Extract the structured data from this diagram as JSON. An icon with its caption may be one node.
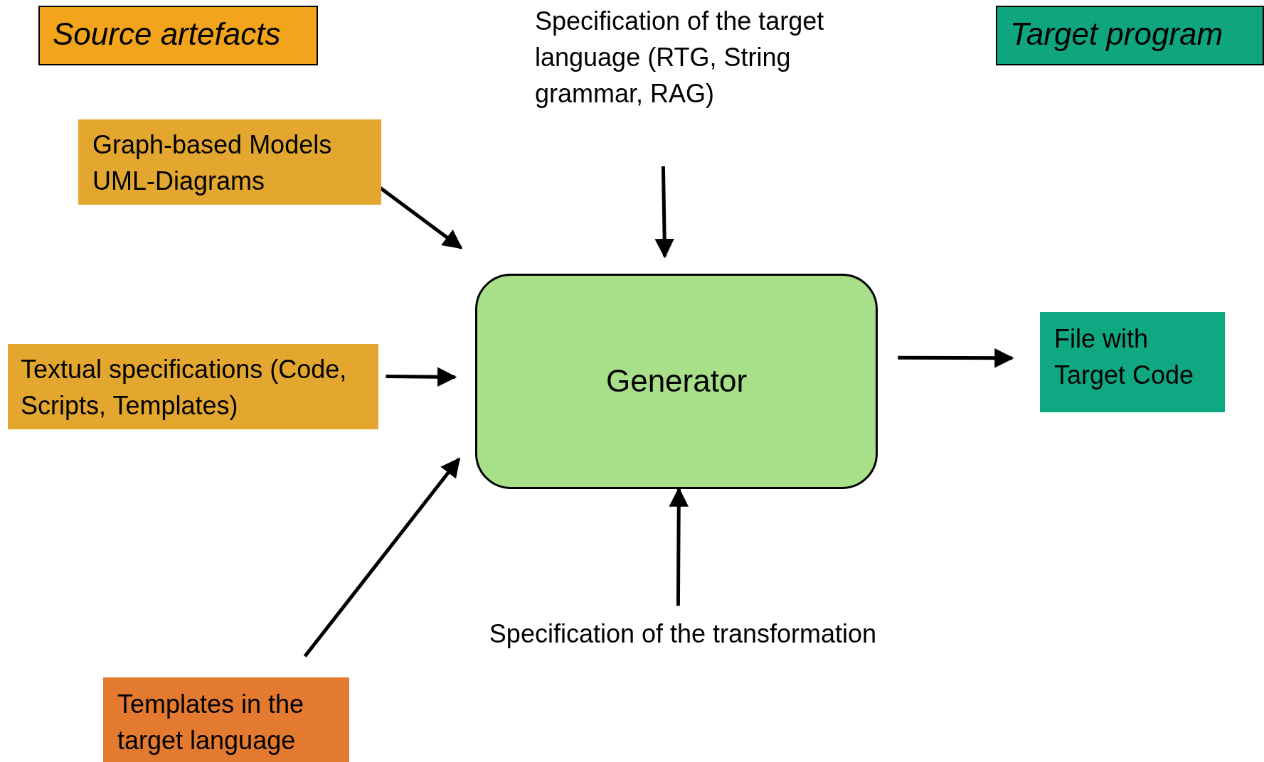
{
  "diagram": {
    "nodes": [
      {
        "text": [
          "Source artefacts"
        ]
      },
      {
        "text": [
          "Target program"
        ]
      },
      {
        "text": [
          "Specification of the target language (RTG, String grammar, RAG)"
        ]
      },
      {
        "text": [
          "Graph-based Models UML-Diagrams"
        ]
      },
      {
        "text": [
          "Textual specifications (Code, Scripts, Templates)"
        ]
      },
      {
        "text": [
          "Generator"
        ]
      },
      {
        "text": [
          "File with Target Code"
        ]
      },
      {
        "text": [
          "Specification of the transformation"
        ]
      },
      {
        "text": [
          "Templates in the target language"
        ]
      }
    ],
    "edges": [
      {
        "from": 3,
        "to": 5,
        "arrow": "to"
      },
      {
        "from": 2,
        "to": 5,
        "arrow": "to"
      },
      {
        "from": 4,
        "to": 5,
        "arrow": "to"
      },
      {
        "from": 5,
        "to": 6,
        "arrow": "to"
      },
      {
        "from": 7,
        "to": 5,
        "arrow": "to"
      },
      {
        "from": 8,
        "to": 5,
        "arrow": "to"
      }
    ]
  }
}
